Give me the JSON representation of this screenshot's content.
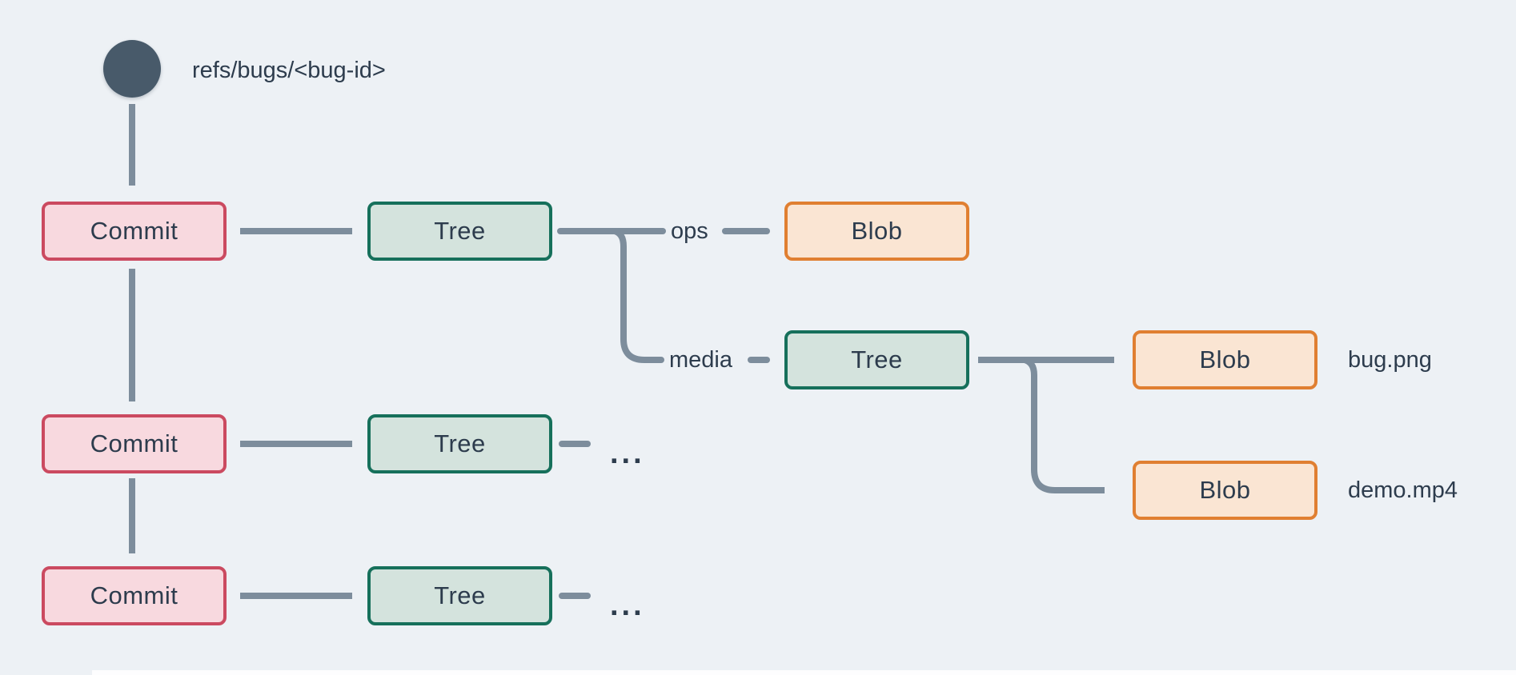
{
  "diagram": {
    "ref": {
      "label": "refs/bugs/<bug-id>"
    },
    "nodes": {
      "commit1": {
        "label": "Commit",
        "type": "commit"
      },
      "tree_root": {
        "label": "Tree",
        "type": "tree"
      },
      "blob_ops": {
        "label": "Blob",
        "type": "blob"
      },
      "tree_media": {
        "label": "Tree",
        "type": "tree"
      },
      "blob_bug": {
        "label": "Blob",
        "type": "blob"
      },
      "blob_demo": {
        "label": "Blob",
        "type": "blob"
      },
      "commit2": {
        "label": "Commit",
        "type": "commit"
      },
      "tree_row2": {
        "label": "Tree",
        "type": "tree"
      },
      "commit3": {
        "label": "Commit",
        "type": "commit"
      },
      "tree_row3": {
        "label": "Tree",
        "type": "tree"
      }
    },
    "edge_labels": {
      "ops": "ops",
      "media": "media"
    },
    "file_labels": {
      "bug": "bug.png",
      "demo": "demo.mp4"
    },
    "ellipsis": {
      "row2": "...",
      "row3": "..."
    },
    "colors": {
      "background": "#edf1f5",
      "arrow": "#7d8d9c",
      "text": "#2d3c4d",
      "ref_dot": "#485a6a",
      "commit_fill": "#f8d9df",
      "commit_border": "#cb4a60",
      "tree_fill": "#d4e3dd",
      "tree_border": "#16705b",
      "blob_fill": "#fae5d3",
      "blob_border": "#e07f31"
    }
  }
}
